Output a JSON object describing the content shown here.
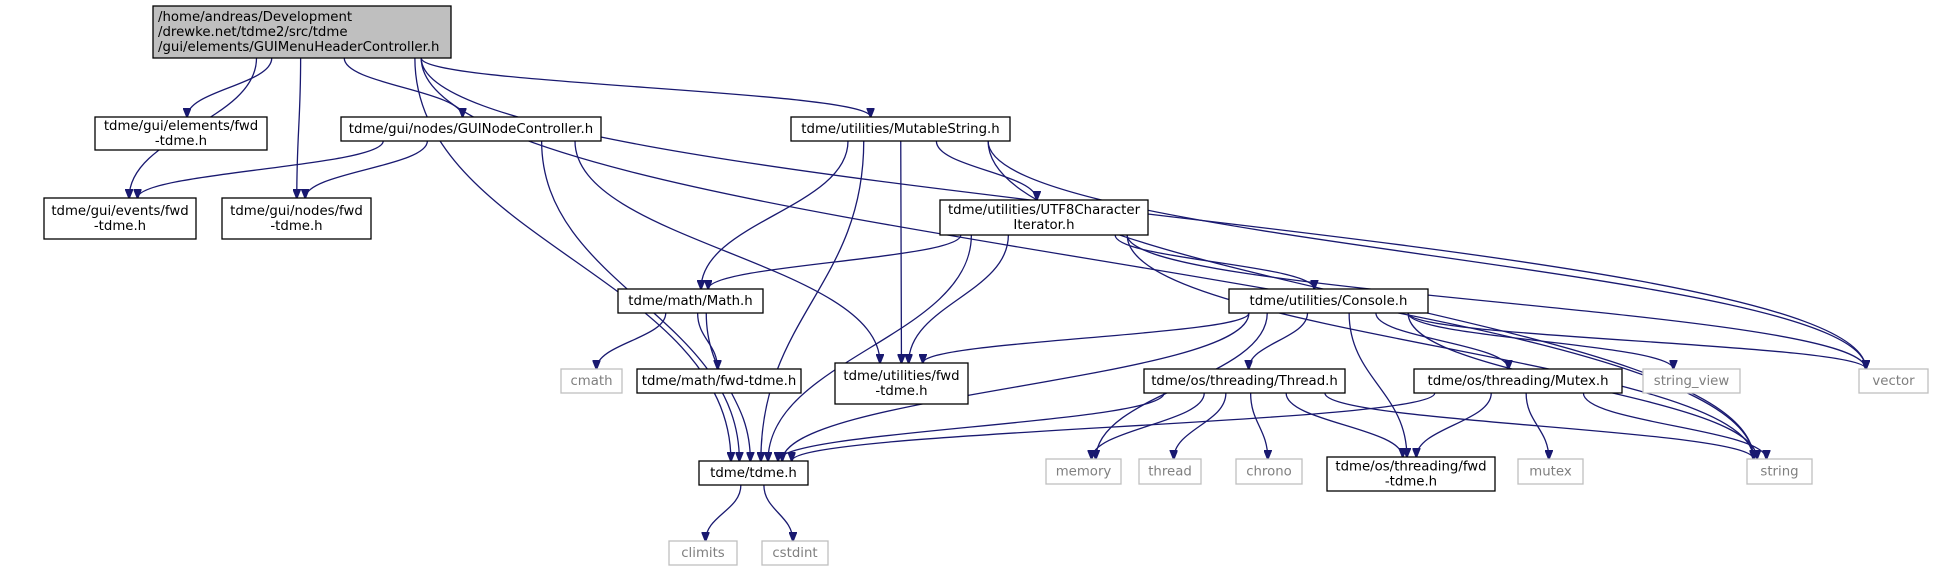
{
  "graph": {
    "nodes": [
      {
        "id": "root",
        "lines": [
          "/home/andreas/Development",
          "/drewke.net/tdme2/src/tdme",
          "/gui/elements/GUIMenuHeaderController.h"
        ],
        "style": "root"
      },
      {
        "id": "elements_fwd",
        "lines": [
          "tdme/gui/elements/fwd",
          "-tdme.h"
        ],
        "style": "box"
      },
      {
        "id": "guinodecontroller",
        "lines": [
          "tdme/gui/nodes/GUINodeController.h"
        ],
        "style": "box"
      },
      {
        "id": "mutablestring",
        "lines": [
          "tdme/utilities/MutableString.h"
        ],
        "style": "box"
      },
      {
        "id": "events_fwd",
        "lines": [
          "tdme/gui/events/fwd",
          "-tdme.h"
        ],
        "style": "box"
      },
      {
        "id": "nodes_fwd",
        "lines": [
          "tdme/gui/nodes/fwd",
          "-tdme.h"
        ],
        "style": "box"
      },
      {
        "id": "utf8",
        "lines": [
          "tdme/utilities/UTF8Character",
          "Iterator.h"
        ],
        "style": "box"
      },
      {
        "id": "math",
        "lines": [
          "tdme/math/Math.h"
        ],
        "style": "box"
      },
      {
        "id": "console",
        "lines": [
          "tdme/utilities/Console.h"
        ],
        "style": "box"
      },
      {
        "id": "cmath",
        "lines": [
          "cmath"
        ],
        "style": "system"
      },
      {
        "id": "math_fwd",
        "lines": [
          "tdme/math/fwd-tdme.h"
        ],
        "style": "box"
      },
      {
        "id": "utilities_fwd",
        "lines": [
          "tdme/utilities/fwd",
          "-tdme.h"
        ],
        "style": "box"
      },
      {
        "id": "thread",
        "lines": [
          "tdme/os/threading/Thread.h"
        ],
        "style": "box"
      },
      {
        "id": "mutex_h",
        "lines": [
          "tdme/os/threading/Mutex.h"
        ],
        "style": "box"
      },
      {
        "id": "string_view",
        "lines": [
          "string_view"
        ],
        "style": "system"
      },
      {
        "id": "vector",
        "lines": [
          "vector"
        ],
        "style": "system"
      },
      {
        "id": "tdme_h",
        "lines": [
          "tdme/tdme.h"
        ],
        "style": "box"
      },
      {
        "id": "memory",
        "lines": [
          "memory"
        ],
        "style": "system"
      },
      {
        "id": "thread_sys",
        "lines": [
          "thread"
        ],
        "style": "system"
      },
      {
        "id": "chrono",
        "lines": [
          "chrono"
        ],
        "style": "system"
      },
      {
        "id": "threading_fwd",
        "lines": [
          "tdme/os/threading/fwd",
          "-tdme.h"
        ],
        "style": "box"
      },
      {
        "id": "mutex_sys",
        "lines": [
          "mutex"
        ],
        "style": "system"
      },
      {
        "id": "string",
        "lines": [
          "string"
        ],
        "style": "system"
      },
      {
        "id": "climits",
        "lines": [
          "climits"
        ],
        "style": "system"
      },
      {
        "id": "cstdint",
        "lines": [
          "cstdint"
        ],
        "style": "system"
      }
    ],
    "edges": [
      [
        "root",
        "elements_fwd"
      ],
      [
        "root",
        "guinodecontroller"
      ],
      [
        "root",
        "mutablestring"
      ],
      [
        "root",
        "events_fwd"
      ],
      [
        "root",
        "nodes_fwd"
      ],
      [
        "root",
        "vector"
      ],
      [
        "root",
        "string"
      ],
      [
        "root",
        "tdme_h"
      ],
      [
        "guinodecontroller",
        "events_fwd"
      ],
      [
        "guinodecontroller",
        "nodes_fwd"
      ],
      [
        "guinodecontroller",
        "tdme_h"
      ],
      [
        "guinodecontroller",
        "utilities_fwd"
      ],
      [
        "mutablestring",
        "utf8"
      ],
      [
        "mutablestring",
        "math"
      ],
      [
        "mutablestring",
        "utilities_fwd"
      ],
      [
        "mutablestring",
        "tdme_h"
      ],
      [
        "mutablestring",
        "vector"
      ],
      [
        "mutablestring",
        "string"
      ],
      [
        "utf8",
        "math"
      ],
      [
        "utf8",
        "console"
      ],
      [
        "utf8",
        "utilities_fwd"
      ],
      [
        "utf8",
        "tdme_h"
      ],
      [
        "utf8",
        "vector"
      ],
      [
        "utf8",
        "string"
      ],
      [
        "math",
        "cmath"
      ],
      [
        "math",
        "math_fwd"
      ],
      [
        "math",
        "tdme_h"
      ],
      [
        "console",
        "utilities_fwd"
      ],
      [
        "console",
        "thread"
      ],
      [
        "console",
        "mutex_h"
      ],
      [
        "console",
        "string_view"
      ],
      [
        "console",
        "vector"
      ],
      [
        "console",
        "string"
      ],
      [
        "console",
        "memory"
      ],
      [
        "console",
        "threading_fwd"
      ],
      [
        "console",
        "tdme_h"
      ],
      [
        "thread",
        "tdme_h"
      ],
      [
        "thread",
        "memory"
      ],
      [
        "thread",
        "thread_sys"
      ],
      [
        "thread",
        "chrono"
      ],
      [
        "thread",
        "threading_fwd"
      ],
      [
        "thread",
        "string"
      ],
      [
        "mutex_h",
        "tdme_h"
      ],
      [
        "mutex_h",
        "threading_fwd"
      ],
      [
        "mutex_h",
        "mutex_sys"
      ],
      [
        "mutex_h",
        "string"
      ],
      [
        "tdme_h",
        "climits"
      ],
      [
        "tdme_h",
        "cstdint"
      ]
    ]
  }
}
